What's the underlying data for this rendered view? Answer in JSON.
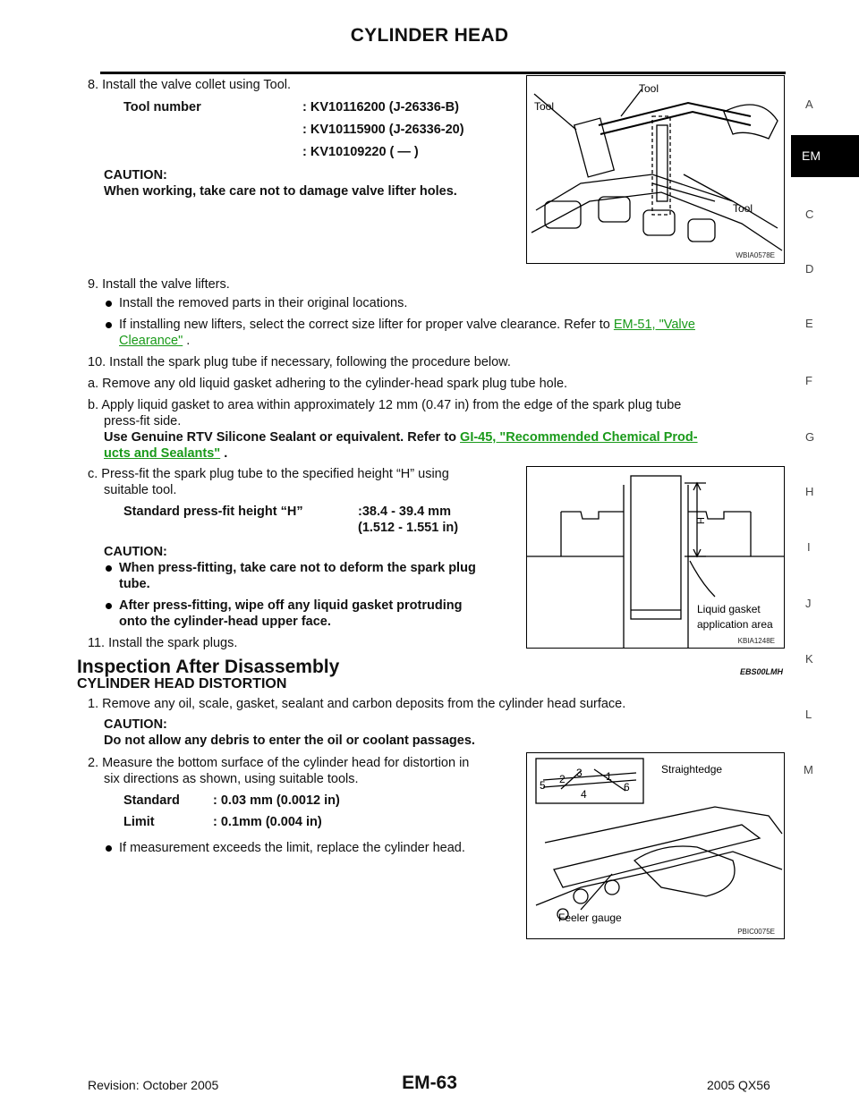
{
  "header": {
    "title": "CYLINDER HEAD"
  },
  "side_index": {
    "letters": [
      "A",
      "C",
      "D",
      "E",
      "F",
      "G",
      "H",
      "I",
      "J",
      "K",
      "L",
      "M"
    ],
    "active": "EM"
  },
  "step8": {
    "text": "8.  Install the valve collet using Tool.",
    "tool_label": "Tool number",
    "tool_numbers": [
      ": KV10116200 (J-26336-B)",
      ": KV10115900 (J-26336-20)",
      ": KV10109220 (    —    )"
    ],
    "caution_title": "CAUTION:",
    "caution_text": "When working, take care not to damage valve lifter holes."
  },
  "fig1": {
    "labels": [
      "Tool",
      "Tool",
      "Tool"
    ],
    "id": "WBIA0578E"
  },
  "step9": {
    "text": "9.  Install the valve lifters.",
    "bullet1": "Install the removed parts in their original locations.",
    "bullet2_pre": "If installing new lifters, select the correct size lifter for proper valve clearance. Refer to ",
    "bullet2_link1": "EM-51, \"Valve",
    "bullet2_link2": "Clearance\"",
    "bullet2_post": " ."
  },
  "step10": {
    "text": "10. Install the spark plug tube if necessary, following the procedure below.",
    "a": "a.  Remove any old liquid gasket adhering to the cylinder-head spark plug tube hole.",
    "b1": "b.  Apply liquid gasket to area within approximately 12 mm (0.47 in) from the edge of the spark plug tube",
    "b2": "press-fit side.",
    "b3_pre": "Use Genuine RTV Silicone Sealant or equivalent. Refer to ",
    "b3_link1": "GI-45, \"Recommended Chemical Prod-",
    "b3_link2": "ucts and Sealants\"",
    "b3_post": " .",
    "c1": "c.  Press-fit the spark plug tube to the specified height “H” using",
    "c2": "suitable tool.",
    "std_label": "Standard press-fit height “H”",
    "std_value1": ":38.4 - 39.4 mm",
    "std_value2": "(1.512 - 1.551 in)",
    "caution_title": "CAUTION:",
    "caution1a": "When press-fitting, take care not to deform the spark plug",
    "caution1b": "tube.",
    "caution2a": "After press-fitting, wipe off any liquid gasket protruding",
    "caution2b": "onto the cylinder-head upper face."
  },
  "step11": {
    "text": "11. Install the spark plugs."
  },
  "fig2": {
    "label_h": "H",
    "label_gasket1": "Liquid gasket",
    "label_gasket2": "application area",
    "id": "KBIA1248E"
  },
  "section": {
    "title": "Inspection After Disassembly",
    "code": "EBS00LMH"
  },
  "subsection": {
    "title": "CYLINDER HEAD DISTORTION"
  },
  "distortion": {
    "step1": "1.  Remove any oil, scale, gasket, sealant and carbon deposits from the cylinder head surface.",
    "caution_title": "CAUTION:",
    "caution_text": "Do not allow any debris to enter the oil or coolant passages.",
    "step2a": "2.  Measure the bottom surface of the cylinder head for distortion in",
    "step2b": "six directions as shown, using suitable tools.",
    "std_label": "Standard",
    "std_value": ": 0.03 mm (0.0012 in)",
    "lim_label": "Limit",
    "lim_value": ": 0.1mm (0.004 in)",
    "bullet": "If measurement exceeds the limit, replace the cylinder head."
  },
  "fig3": {
    "label_straight": "Straightedge",
    "label_feeler": "Feeler gauge",
    "nums": [
      "3",
      "2",
      "1",
      "5",
      "6",
      "4"
    ],
    "id": "PBIC0075E"
  },
  "footer": {
    "left": "Revision: October 2005",
    "page": "EM-63",
    "right": "2005 QX56"
  }
}
